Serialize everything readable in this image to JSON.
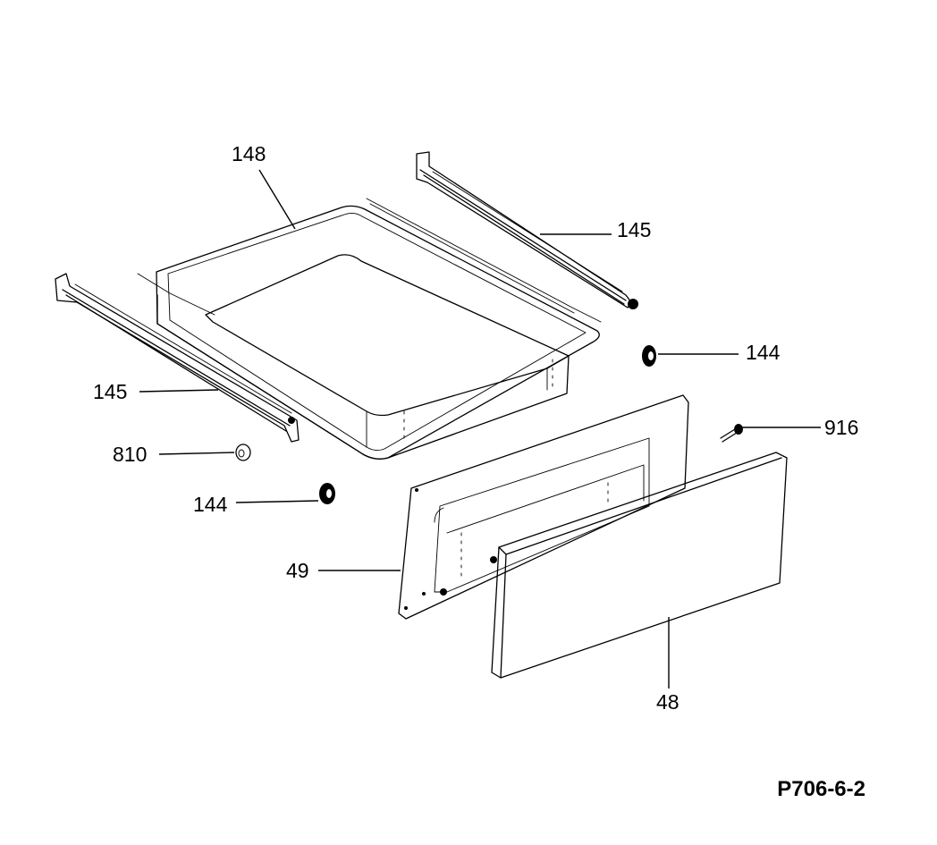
{
  "diagram": {
    "code": "P706-6-2",
    "callouts": {
      "drawer_pan": "148",
      "slide_rail_right": "145",
      "slide_rail_left": "145",
      "roller_right": "144",
      "roller_left": "144",
      "screw": "916",
      "nut": "810",
      "inner_door_panel": "49",
      "drawer_front": "48"
    },
    "parts": [
      "drawer_pan",
      "slide_rail_right",
      "slide_rail_left",
      "roller_right",
      "roller_left",
      "screw",
      "nut",
      "inner_door_panel",
      "drawer_front"
    ]
  },
  "colors": {
    "line": "#000000",
    "background": "#ffffff"
  }
}
